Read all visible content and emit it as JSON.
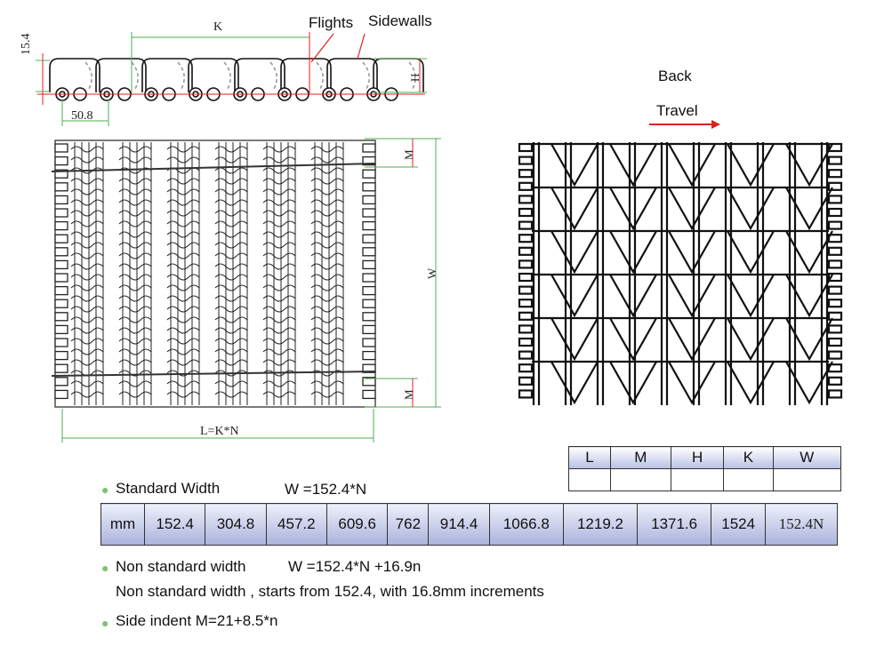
{
  "side_view": {
    "dim_height": "15.4",
    "dim_k": "K",
    "dim_h": "H",
    "dim_pitch": "50.8",
    "label_flights": "Flights",
    "label_sidewalls": "Sidewalls"
  },
  "top_view": {
    "dim_m_top": "M",
    "dim_m_bottom": "M",
    "dim_w": "W",
    "dim_l": "L=K*N"
  },
  "back_view": {
    "label_back": "Back",
    "label_travel": "Travel"
  },
  "dimension_table": {
    "headers": [
      "L",
      "M",
      "H",
      "K",
      "W"
    ],
    "values": [
      "",
      "",
      "",
      "",
      ""
    ]
  },
  "standard_width": {
    "label": "Standard Width",
    "formula": "W  =152.4*N"
  },
  "width_table": {
    "unit": "mm",
    "values": [
      "152.4",
      "304.8",
      "457.2",
      "609.6",
      "762",
      "914.4",
      "1066.8",
      "1219.2",
      "1371.6",
      "1524",
      "152.4N"
    ]
  },
  "notes": {
    "nonstandard_label": "Non standard width",
    "nonstandard_formula": "W  =152.4*N  +16.9n",
    "nonstandard_desc": "Non standard width , starts from 152.4, with 16.8mm increments",
    "side_indent": "Side indent M=21+8.5*n"
  },
  "colors": {
    "dimension_line": "#4caf50",
    "accent_red": "#e02020",
    "bullet": "#7cc26a",
    "table_fill": "#aab2dc"
  }
}
